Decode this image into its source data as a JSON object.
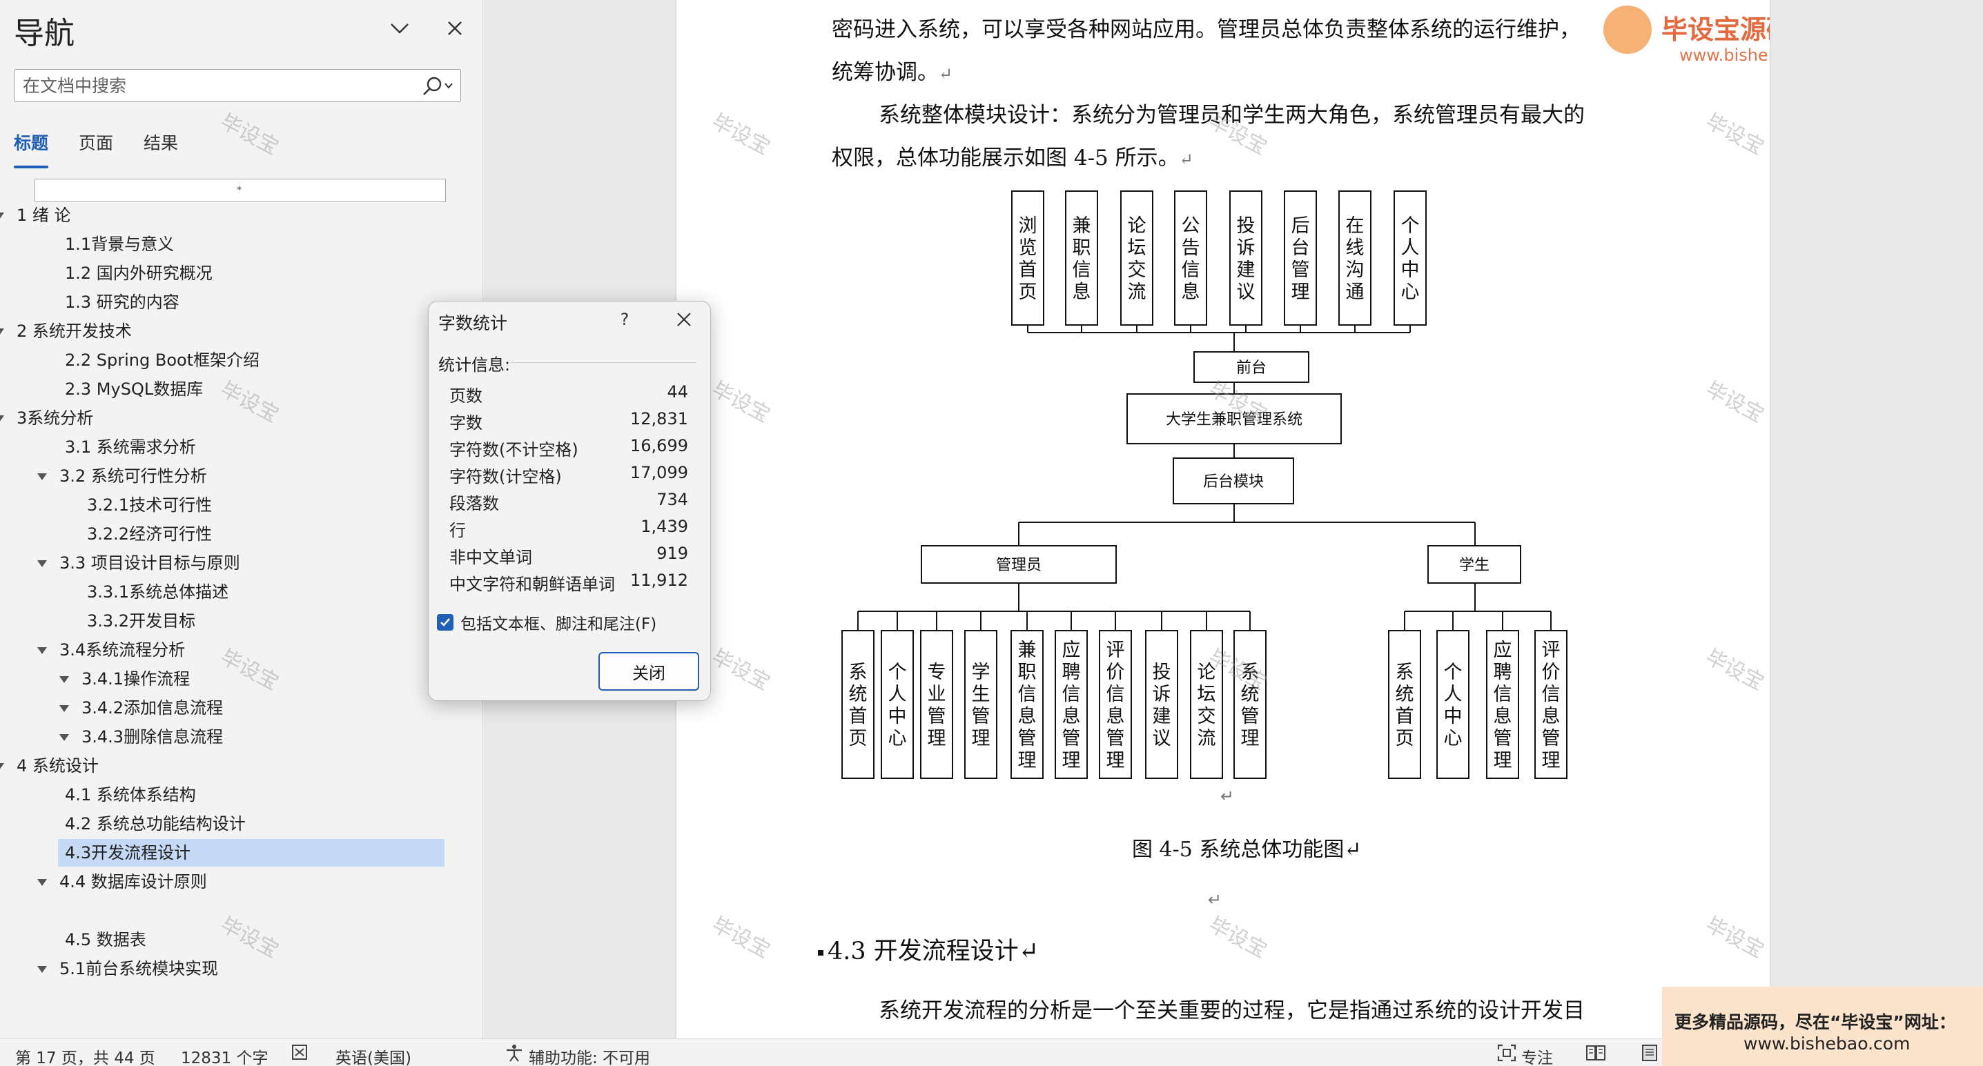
{
  "nav": {
    "title": "导航",
    "search_placeholder": "在文档中搜索",
    "tabs": [
      "标题",
      "页面",
      "结果"
    ],
    "filter_mark": "*",
    "headings": [
      {
        "text": "1 绪  论",
        "level": 1
      },
      {
        "text": "1.1背景与意义",
        "level": 2
      },
      {
        "text": "1.2 国内外研究概况",
        "level": 2
      },
      {
        "text": "1.3 研究的内容",
        "level": 2
      },
      {
        "text": "2 系统开发技术",
        "level": 1
      },
      {
        "text": "2.2 Spring Boot框架介绍",
        "level": 2
      },
      {
        "text": "2.3 MySQL数据库",
        "level": 2
      },
      {
        "text": "3系统分析",
        "level": 1
      },
      {
        "text": "3.1 系统需求分析",
        "level": 2
      },
      {
        "text": "3.2 系统可行性分析",
        "level": 2
      },
      {
        "text": "3.2.1技术可行性",
        "level": 3
      },
      {
        "text": "3.2.2经济可行性",
        "level": 3
      },
      {
        "text": "3.3 项目设计目标与原则",
        "level": 2
      },
      {
        "text": "3.3.1系统总体描述",
        "level": 3
      },
      {
        "text": "3.3.2开发目标",
        "level": 3
      },
      {
        "text": "3.4系统流程分析",
        "level": 2
      },
      {
        "text": "3.4.1操作流程",
        "level": 3
      },
      {
        "text": "3.4.2添加信息流程",
        "level": 3
      },
      {
        "text": "3.4.3删除信息流程",
        "level": 3
      },
      {
        "text": "4 系统设计",
        "level": 1
      },
      {
        "text": "4.1 系统体系结构",
        "level": 2
      },
      {
        "text": "4.2 系统总功能结构设计",
        "level": 2
      },
      {
        "text": "4.3开发流程设计",
        "level": 2,
        "selected": true
      },
      {
        "text": "4.4 数据库设计原则",
        "level": 2
      },
      {
        "text": "4.5 数据表",
        "level": 2
      },
      {
        "text": "5.1前台系统模块实现",
        "level": 2
      }
    ]
  },
  "doc": {
    "para1_line1": "密码进入系统，可以享受各种网站应用。管理员总体负责整体系统的运行维护，",
    "para1_line2": "统筹协调。",
    "para2_line1": "系统整体模块设计：系统分为管理员和学生两大角色，系统管理员有最大的",
    "para2_line2": "权限，总体功能展示如图 4-5 所示。",
    "caption": "图 4-5  系统总体功能图",
    "section_heading": "4.3 开发流程设计",
    "para3_line1": "系统开发流程的分析是一个至关重要的过程，它是指通过系统的设计开发目",
    "para_mark": "↵",
    "watermark": "毕设宝",
    "logo_title": "毕设宝源码网",
    "logo_url": "www.bishebao.com"
  },
  "diagram": {
    "front_modules": [
      "浏览首页",
      "兼职信息",
      "论坛交流",
      "公告信息",
      "投诉建议",
      "后台管理",
      "在线沟通",
      "个人中心"
    ],
    "front": "前台",
    "system": "大学生兼职管理系统",
    "backend": "后台模块",
    "admin": "管理员",
    "student": "学生",
    "admin_modules": [
      "系统首页",
      "个人中心",
      "专业管理",
      "学生管理",
      "兼职信息管理",
      "应聘信息管理",
      "评价信息管理",
      "投诉建议",
      "论坛交流",
      "系统管理"
    ],
    "student_modules": [
      "系统首页",
      "个人中心",
      "应聘信息管理",
      "评价信息管理"
    ]
  },
  "dialog": {
    "title": "字数统计",
    "help": "?",
    "stats_label": "统计信息:",
    "stats": [
      {
        "label": "页数",
        "value": "44"
      },
      {
        "label": "字数",
        "value": "12,831"
      },
      {
        "label": "字符数(不计空格)",
        "value": "16,699"
      },
      {
        "label": "字符数(计空格)",
        "value": "17,099"
      },
      {
        "label": "段落数",
        "value": "734"
      },
      {
        "label": "行",
        "value": "1,439"
      },
      {
        "label": "非中文单词",
        "value": "919"
      },
      {
        "label": "中文字符和朝鲜语单词",
        "value": "11,912"
      }
    ],
    "checkbox_label": "包括文本框、脚注和尾注(F)",
    "close_button": "关闭"
  },
  "status": {
    "page": "第 17 页，共 44 页",
    "words": "12831 个字",
    "language": "英语(美国)",
    "accessibility": "辅助功能: 不可用",
    "focus": "专注"
  },
  "promo": {
    "line1": "更多精品源码，尽在“毕设宝”网址：",
    "line2": "www.bishebao.com"
  }
}
